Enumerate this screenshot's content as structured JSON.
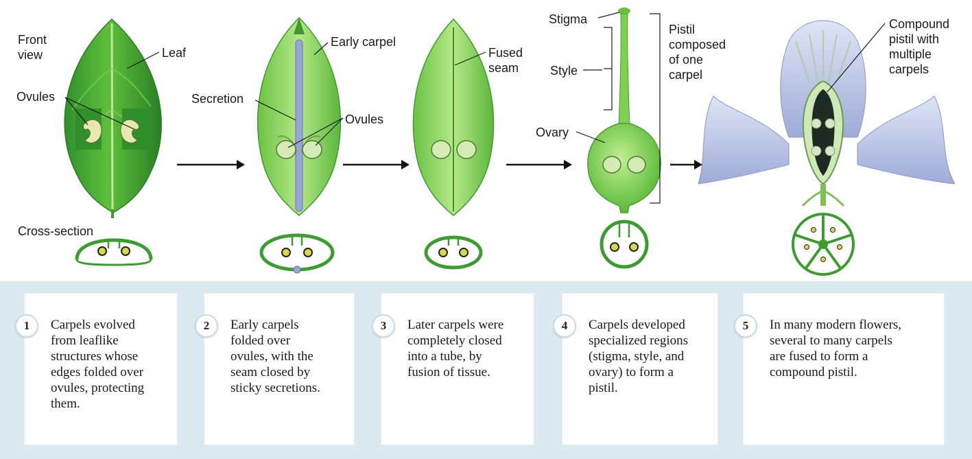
{
  "labels": {
    "front_view": "Front\nview",
    "leaf": "Leaf",
    "ovules_1": "Ovules",
    "early_carpel": "Early carpel",
    "secretion": "Secretion",
    "ovules_2": "Ovules",
    "fused_seam": "Fused\nseam",
    "stigma": "Stigma",
    "style": "Style",
    "pistil_one": "Pistil\ncomposed\nof one\ncarpel",
    "ovary": "Ovary",
    "compound_pistil": "Compound\npistil with\nmultiple\ncarpels",
    "cross_section": "Cross-section"
  },
  "steps": [
    {
      "number": "1",
      "text": "Carpels evolved\nfrom leaflike\nstructures whose\nedges folded over\novules, protecting\nthem."
    },
    {
      "number": "2",
      "text": "Early carpels\nfolded over\novules, with the\nseam closed by\nsticky secretions."
    },
    {
      "number": "3",
      "text": "Later carpels were\ncompletely closed\ninto a tube, by\nfusion of tissue."
    },
    {
      "number": "4",
      "text": "Carpels developed\nspecialized regions\n(stigma, style, and\novary) to form a\npistil."
    },
    {
      "number": "5",
      "text": "In many modern flowers,\nseveral to many carpels\nare fused to form a\ncompound pistil."
    }
  ],
  "colors": {
    "leaf_dark": "#2e8a2a",
    "leaf_mid": "#4fb43a",
    "leaf_light": "#9ad86a",
    "carpel_light": "#a8e07a",
    "petal": "#b9c4e6",
    "ovule": "#e6e8b0",
    "band": "#dbe9f1",
    "secretion": "#9aa4d8"
  }
}
